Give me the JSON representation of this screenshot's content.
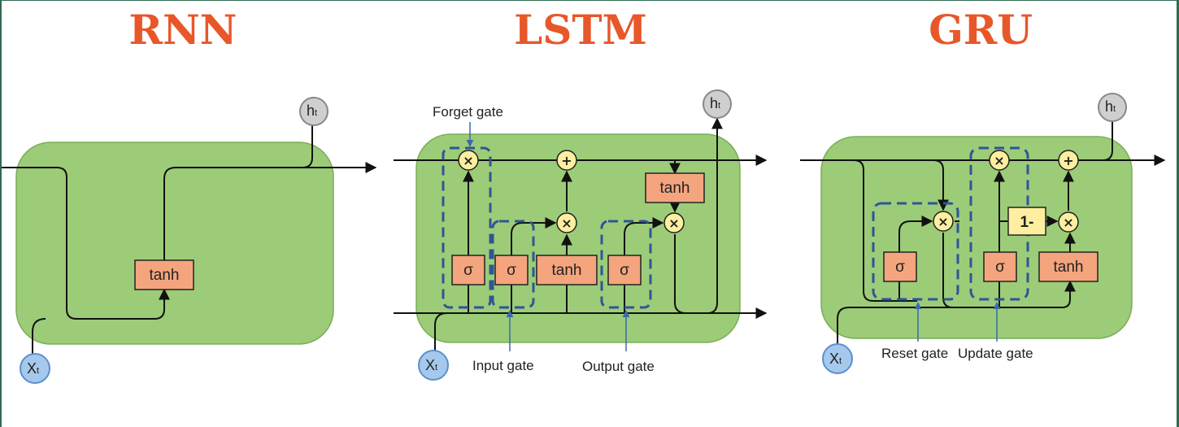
{
  "colors": {
    "title": "#e8572a",
    "cell": "#9ccc78",
    "box": "#f4a57e",
    "op": "#fdeea0",
    "dash": "#2f5597"
  },
  "rnn": {
    "title": "RNN",
    "tanh": "tanh",
    "h_main": "h",
    "h_sub": "t",
    "x_main": "X",
    "x_sub": "t"
  },
  "lstm": {
    "title": "LSTM",
    "tanh_gate": "tanh",
    "tanh_cell": "tanh",
    "sigma": "σ",
    "times": "×",
    "plus": "+",
    "forget_gate": "Forget gate",
    "input_gate": "Input gate",
    "output_gate": "Output gate",
    "h_main": "h",
    "h_sub": "t",
    "x_main": "X",
    "x_sub": "t"
  },
  "gru": {
    "title": "GRU",
    "tanh": "tanh",
    "sigma": "σ",
    "times": "×",
    "plus": "+",
    "one_minus": "1-",
    "reset_gate": "Reset gate",
    "update_gate": "Update gate",
    "h_main": "h",
    "h_sub": "t",
    "x_main": "X",
    "x_sub": "t"
  }
}
